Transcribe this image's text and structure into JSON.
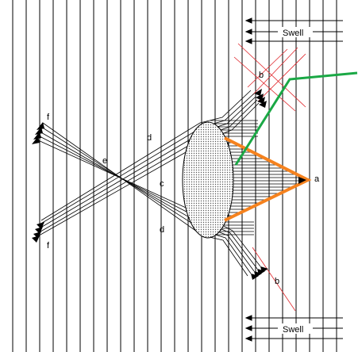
{
  "labels": {
    "swell_top": "Swell",
    "swell_bottom": "Swell",
    "a": "a",
    "b_top": "b",
    "b_bottom": "b",
    "c": "c",
    "d_top": "d",
    "d_bottom": "d",
    "e": "e",
    "f_top": "f",
    "f_bottom": "f"
  },
  "colors": {
    "wave_lines": "#000000",
    "orange_wedge": "#f5821e",
    "green_path": "#1aa845",
    "red_lines": "#e0262b",
    "shoal_fill": "#e8e8e8"
  },
  "icons": {
    "swell_arrows": "arrow-left-icon",
    "ray_arrows": "arrow-head-icon"
  }
}
